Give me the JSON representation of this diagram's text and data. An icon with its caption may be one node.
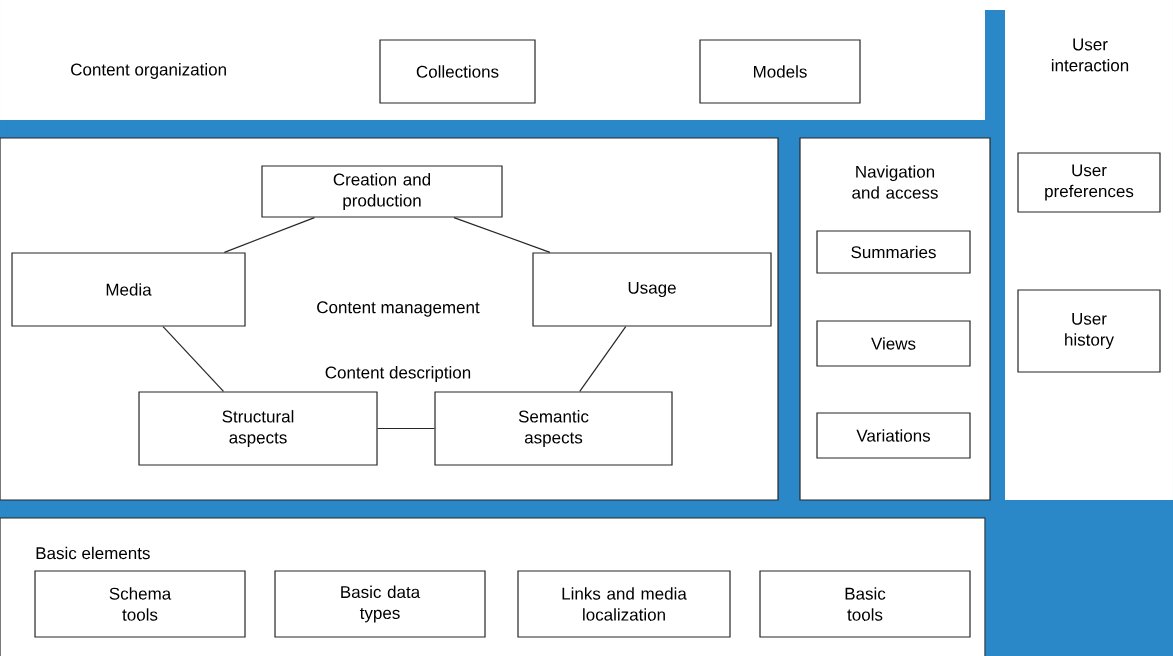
{
  "diagram": {
    "nodes": [
      {
        "text": [
          "Content organization"
        ]
      },
      {
        "text": [
          "Collections"
        ],
        "in": 0
      },
      {
        "text": [
          "Models"
        ],
        "in": 0
      },
      {
        "text": [
          "User interaction"
        ]
      },
      {
        "text": [
          "User preferences"
        ],
        "in": 3
      },
      {
        "text": [
          "User history"
        ],
        "in": 3
      },
      {
        "text": [
          "Content management",
          "Content description"
        ]
      },
      {
        "text": [
          "Creation and production"
        ],
        "in": 6
      },
      {
        "text": [
          "Media"
        ],
        "in": 6
      },
      {
        "text": [
          "Usage"
        ],
        "in": 6
      },
      {
        "text": [
          "Structural aspects"
        ],
        "in": 6
      },
      {
        "text": [
          "Semantic aspects"
        ],
        "in": 6
      },
      {
        "text": [
          "Navigation and access"
        ]
      },
      {
        "text": [
          "Summaries"
        ],
        "in": 12
      },
      {
        "text": [
          "Views"
        ],
        "in": 12
      },
      {
        "text": [
          "Variations"
        ],
        "in": 12
      },
      {
        "text": [
          "Basic elements"
        ]
      },
      {
        "text": [
          "Schema tools"
        ],
        "in": 16
      },
      {
        "text": [
          "Basic data types"
        ],
        "in": 16
      },
      {
        "text": [
          "Links and media localization"
        ],
        "in": 16
      },
      {
        "text": [
          "Basic tools"
        ],
        "in": 16
      }
    ],
    "edges": [
      {
        "from": 7,
        "to": 8,
        "arrow": "none"
      },
      {
        "from": 7,
        "to": 9,
        "arrow": "none"
      },
      {
        "from": 8,
        "to": 10,
        "arrow": "none"
      },
      {
        "from": 9,
        "to": 11,
        "arrow": "none"
      },
      {
        "from": 10,
        "to": 11,
        "arrow": "none"
      }
    ]
  }
}
